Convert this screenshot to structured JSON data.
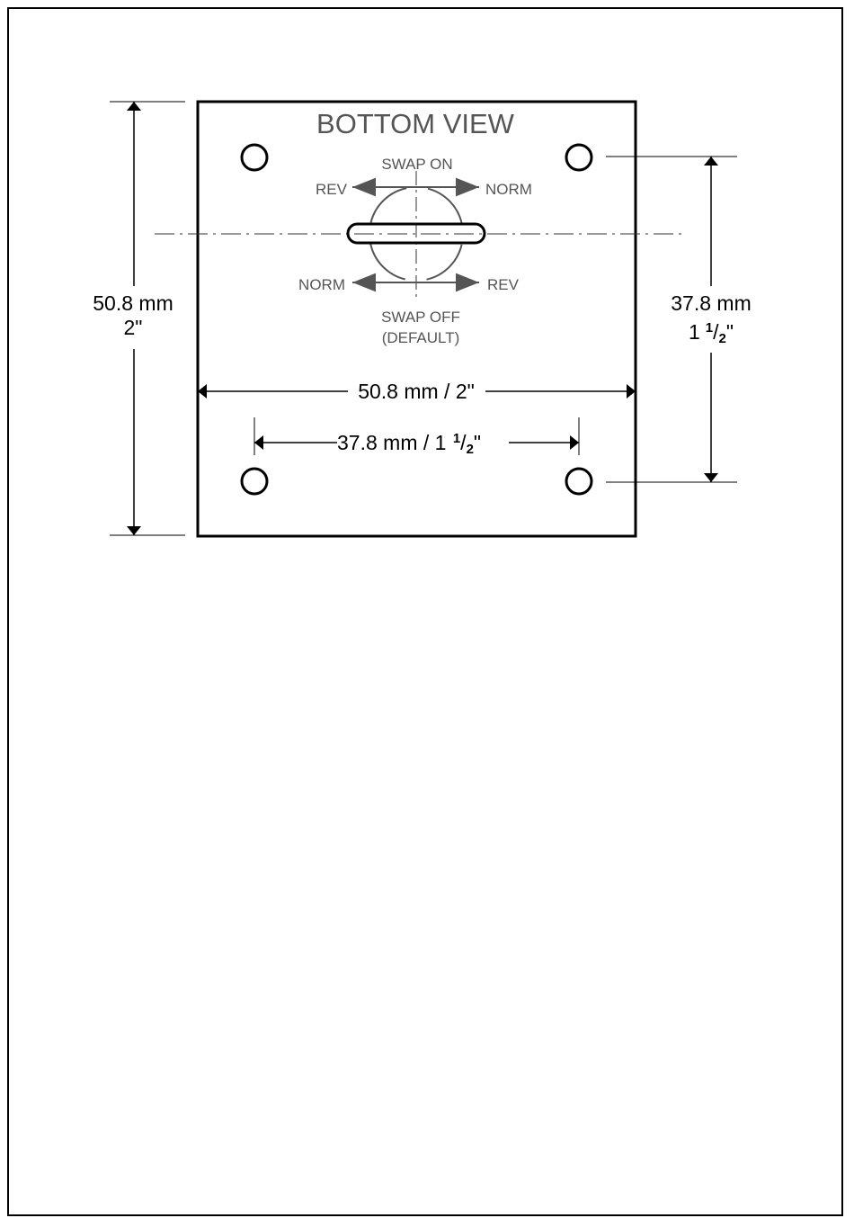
{
  "title": "BOTTOM VIEW",
  "switch": {
    "swap_on_label": "SWAP ON",
    "swap_off_label": "SWAP OFF",
    "swap_off_default": "(DEFAULT)",
    "top_left_label": "REV",
    "top_right_label": "NORM",
    "bottom_left_label": "NORM",
    "bottom_right_label": "REV"
  },
  "dimensions": {
    "height_mm": "50.8 mm",
    "height_in": "2\"",
    "hole_vertical_mm": "37.8 mm",
    "hole_vertical_in_whole": "1",
    "hole_vertical_in_num": "1",
    "hole_vertical_in_slash": "/",
    "hole_vertical_in_den": "2",
    "hole_vertical_in_tail": "\"",
    "width_label": "50.8 mm / 2\"",
    "hole_horizontal_prefix": "37.8 mm / 1 ",
    "hole_horizontal_num": "1",
    "hole_horizontal_slash": "/",
    "hole_horizontal_den": "2",
    "hole_horizontal_tail": "\""
  },
  "colors": {
    "outline": "#000000",
    "label_gray": "#555555",
    "arrow_gray": "#555555"
  }
}
